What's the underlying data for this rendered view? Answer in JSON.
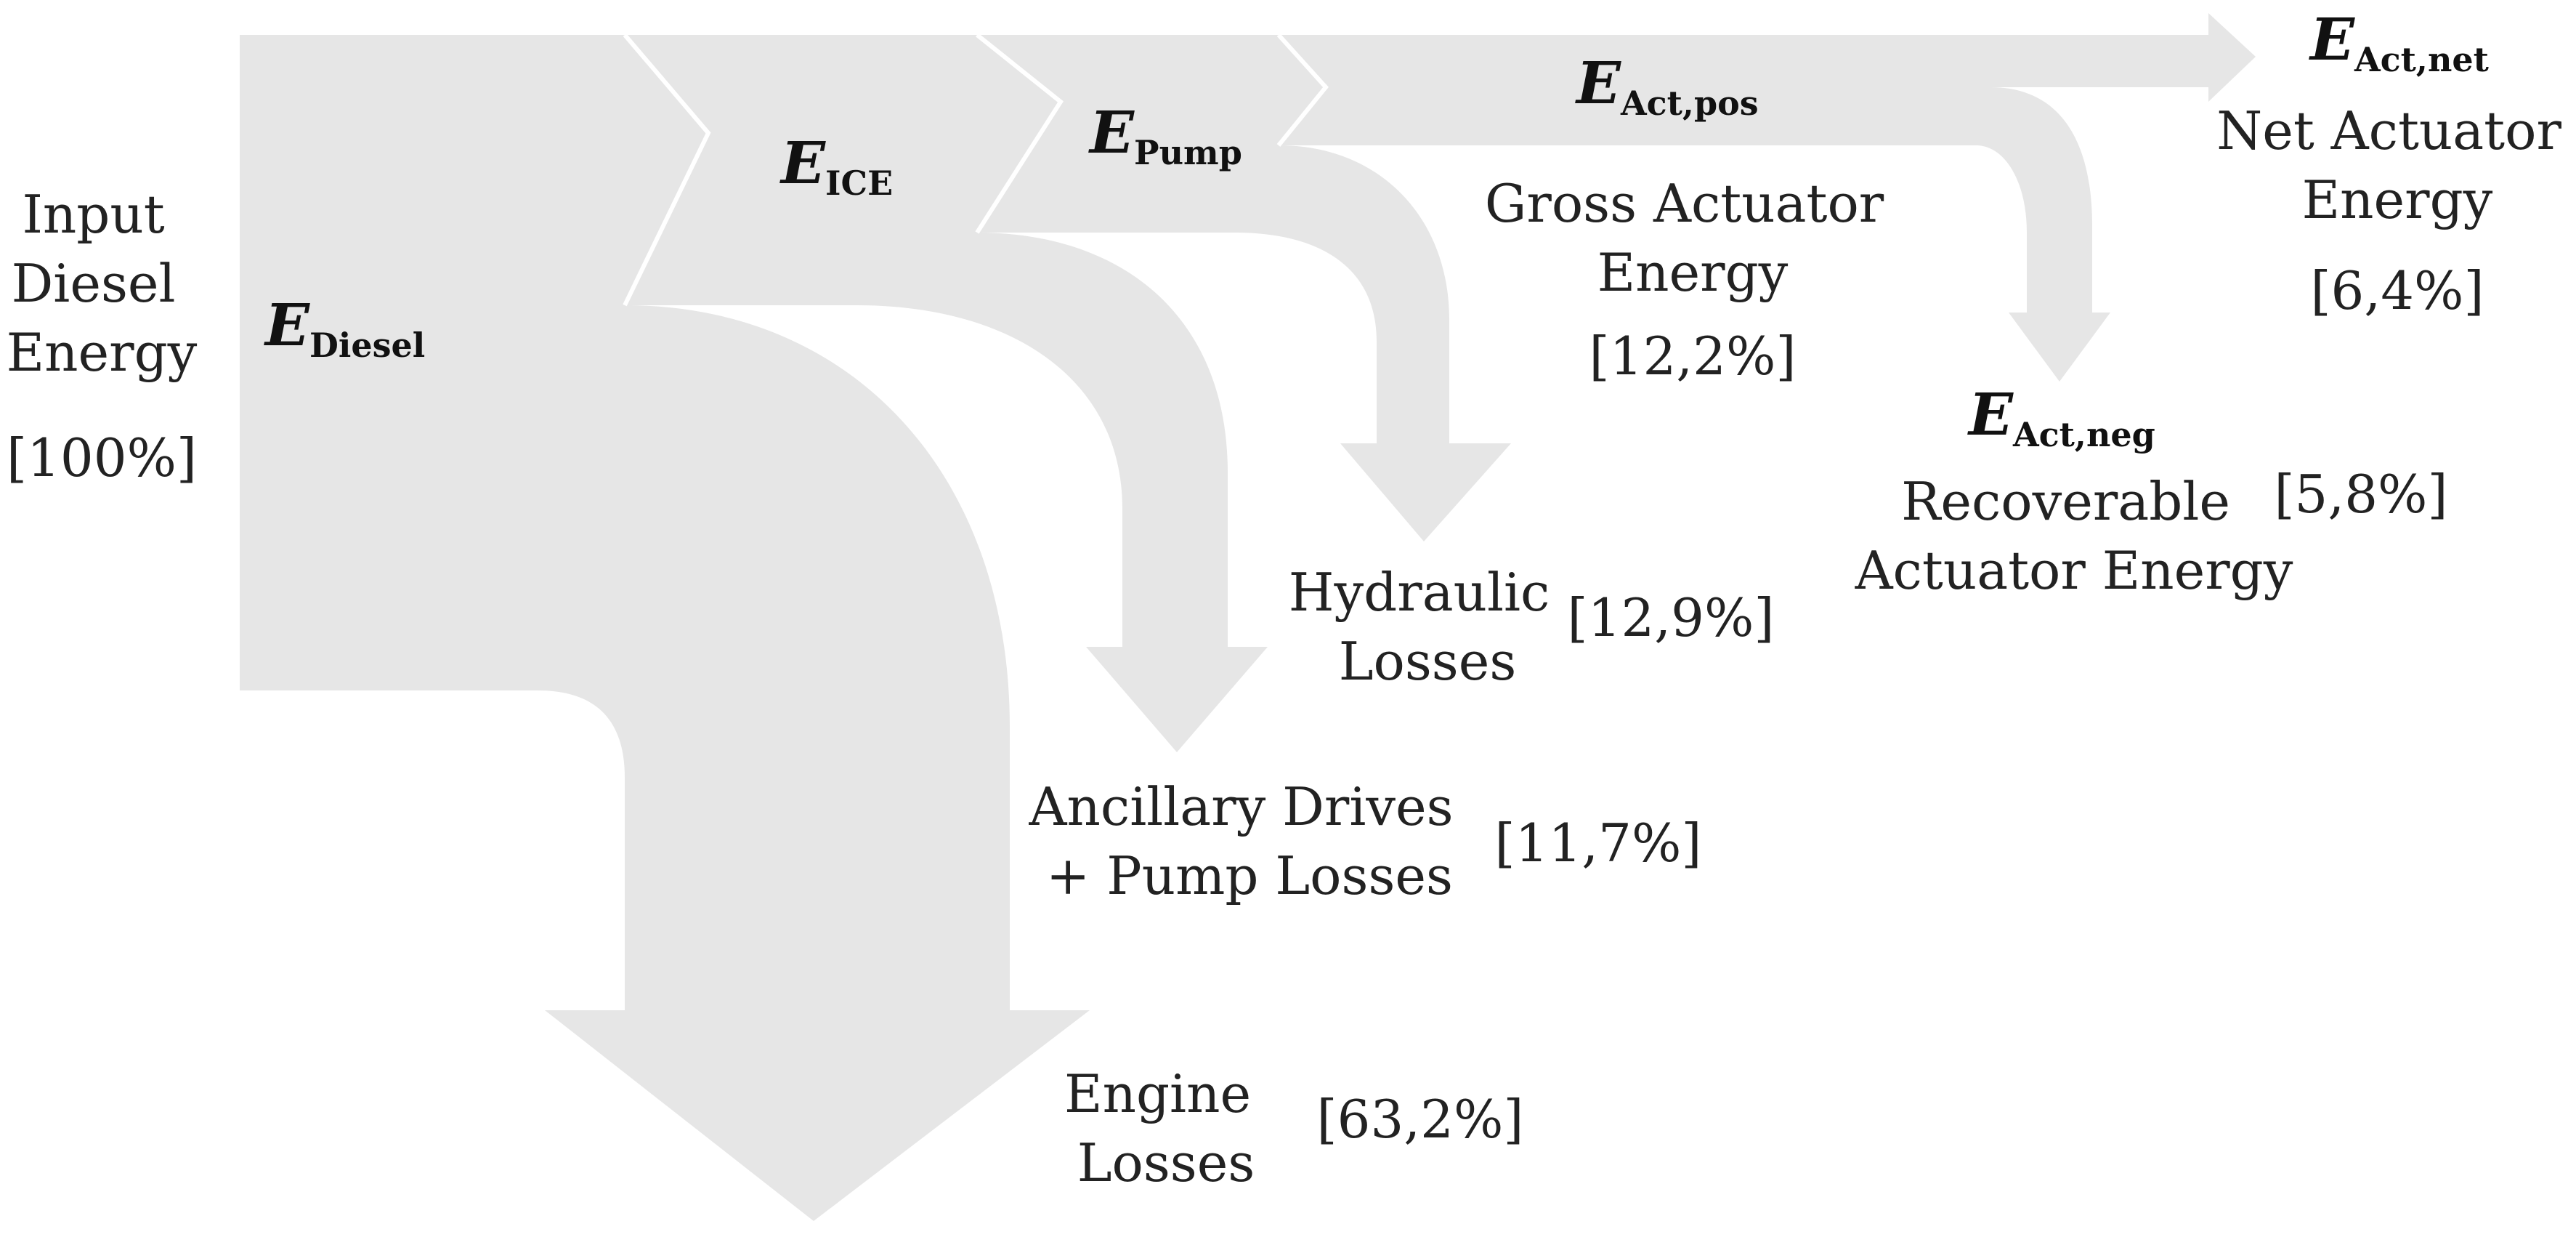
{
  "diagram": {
    "type": "sankey",
    "nodes": [
      {
        "id": "diesel",
        "symbol": "E",
        "subscript": "Diesel",
        "label_lines": [
          "Input",
          "Diesel",
          "Energy"
        ],
        "share": "[100%]"
      },
      {
        "id": "ice",
        "symbol": "E",
        "subscript": "ICE"
      },
      {
        "id": "pump",
        "symbol": "E",
        "subscript": "Pump"
      },
      {
        "id": "act_pos",
        "symbol": "E",
        "subscript": "Act,pos",
        "label_lines": [
          "Gross Actuator",
          "Energy"
        ],
        "share": "[12,2%]"
      },
      {
        "id": "act_net",
        "symbol": "E",
        "subscript": "Act,net",
        "label_lines": [
          "Net Actuator",
          "Energy"
        ],
        "share": "[6,4%]"
      },
      {
        "id": "act_neg",
        "symbol": "E",
        "subscript": "Act,neg",
        "label_lines": [
          "Recoverable",
          "Actuator Energy"
        ],
        "share": "[5,8%]"
      }
    ],
    "losses": [
      {
        "id": "engine",
        "label_lines": [
          "Engine",
          "Losses"
        ],
        "share": "[63,2%]"
      },
      {
        "id": "ancillary",
        "label_lines": [
          "Ancillary Drives",
          "+ Pump Losses"
        ],
        "share": "[11,7%]"
      },
      {
        "id": "hydraulic",
        "label_lines": [
          "Hydraulic",
          "Losses"
        ],
        "share": "[12,9%]"
      }
    ],
    "fill_color": "#e6e6e6",
    "separator_color": "#ffffff"
  }
}
